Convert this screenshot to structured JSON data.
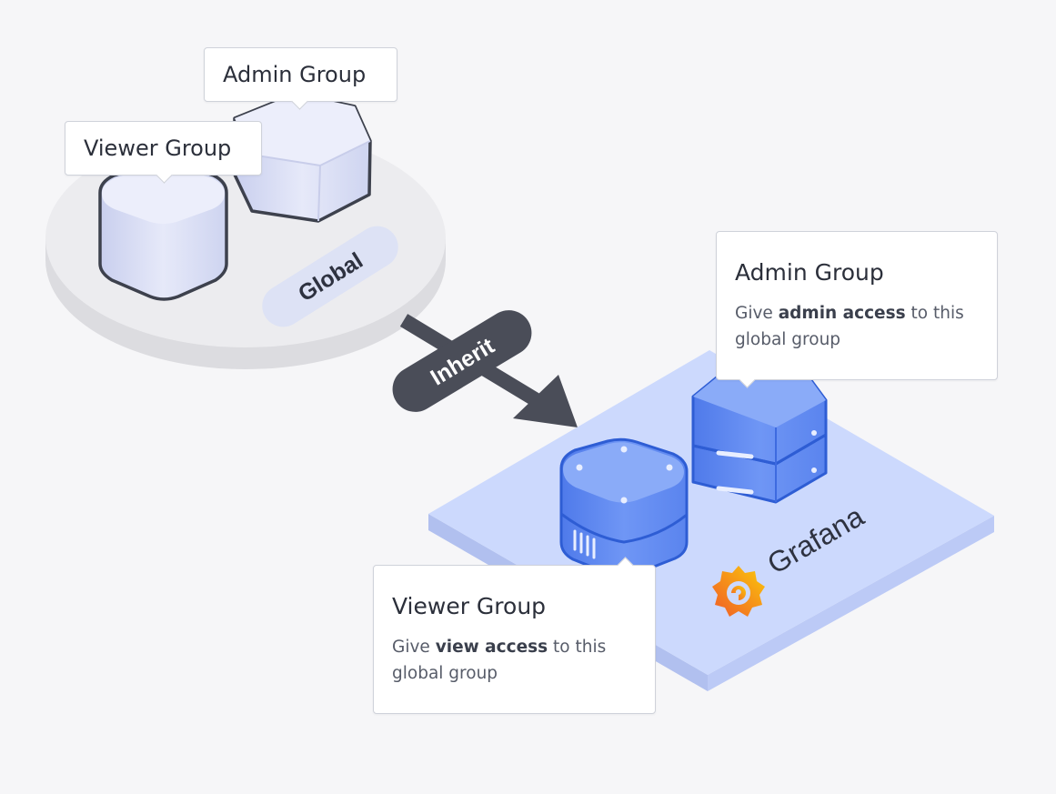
{
  "global": {
    "zone_label": "Global",
    "viewer_group_label": "Viewer Group",
    "admin_group_label": "Admin Group"
  },
  "arrow": {
    "label": "Inherit"
  },
  "grafana": {
    "brand_name": "Grafana",
    "admin_callout": {
      "title": "Admin Group",
      "desc_prefix": "Give ",
      "desc_bold": "admin access",
      "desc_suffix": " to this global group"
    },
    "viewer_callout": {
      "title": "Viewer Group",
      "desc_prefix": "Give ",
      "desc_bold": "view access",
      "desc_suffix": " to this global group"
    }
  },
  "colors": {
    "background": "#f6f6f8",
    "global_disc": "#ececef",
    "global_pill": "#dde2f5",
    "lavender_cube": "#dfe3f6",
    "outline": "#3d414d",
    "platform_top": "#ccd9fd",
    "blue_cube": "#5f8bf2",
    "arrow": "#4a4d58",
    "grafana_orange": "#f46800"
  }
}
